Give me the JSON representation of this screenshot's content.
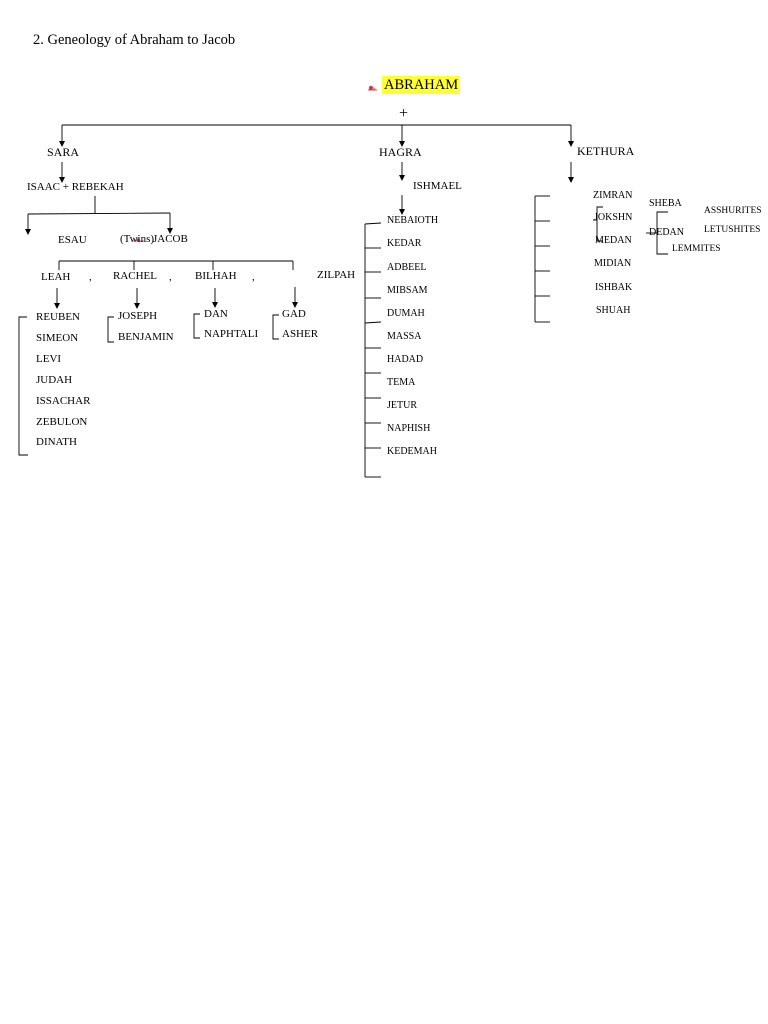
{
  "heading": "2. Geneology of Abraham to Jacob",
  "root": {
    "name": "ABRAHAM",
    "plus": "+"
  },
  "colors": {
    "highlight": "#ffff33",
    "line": "#000000",
    "text": "#000000"
  },
  "sara": {
    "name": "SARA",
    "couple": "ISAAC + REBEKAH",
    "twins": {
      "esau": "ESAU",
      "note": "(Twins)",
      "jacob": "JACOB"
    },
    "wives": [
      "LEAH",
      "RACHEL",
      "BILHAH",
      "ZILPAH"
    ],
    "separator": ",",
    "leah_sons": [
      "REUBEN",
      "SIMEON",
      "LEVI",
      "JUDAH",
      "ISSACHAR",
      "ZEBULON",
      "DINATH"
    ],
    "rachel_sons": [
      "JOSEPH",
      "BENJAMIN"
    ],
    "bilhah_sons": [
      "DAN",
      "NAPHTALI"
    ],
    "zilpah_sons": [
      "GAD",
      "ASHER"
    ]
  },
  "hagra": {
    "name": "HAGRA",
    "son": "ISHMAEL",
    "descendants": [
      "NEBAIOTH",
      "KEDAR",
      "ADBEEL",
      "MIBSAM",
      "DUMAH",
      "MASSA",
      "HADAD",
      "TEMA",
      "JETUR",
      "NAPHISH",
      "KEDEMAH"
    ]
  },
  "kethura": {
    "name": "KETHURA",
    "sons": [
      "ZIMRAN",
      "JOKSHN",
      "MEDAN",
      "MIDIAN",
      "ISHBAK",
      "SHUAH"
    ],
    "jokshan_sons": [
      "SHEBA",
      "DEDAN"
    ],
    "dedan_sons": [
      "ASSHURITES",
      "LETUSHITES",
      "LEMMITES"
    ]
  }
}
